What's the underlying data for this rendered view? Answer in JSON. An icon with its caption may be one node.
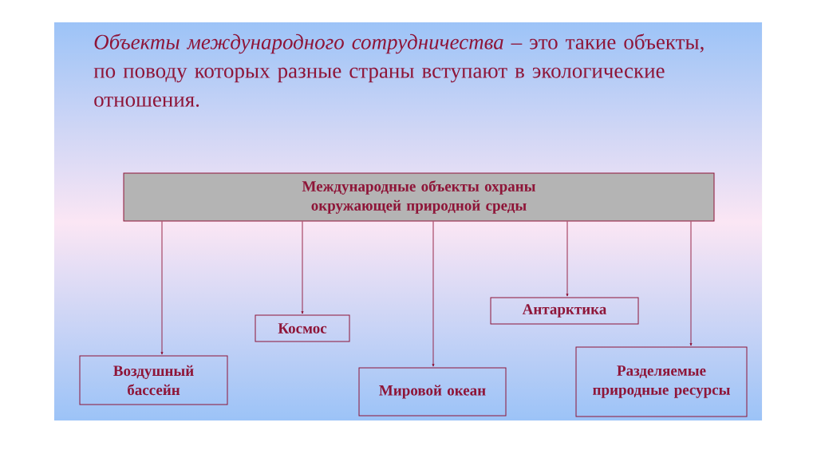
{
  "diagram": {
    "title": "*Объекты международного сотрудничества –* это такие объекты, по поводу которых разные страны вступают в экологические отношения.",
    "nodes": [
      {
        "text": [
          "Международные объекты охраны окружающей природной среды"
        ]
      },
      {
        "text": [
          "Воздушный бассейн"
        ]
      },
      {
        "text": [
          "Космос"
        ]
      },
      {
        "text": [
          "Мировой океан"
        ]
      },
      {
        "text": [
          "Антарктика"
        ]
      },
      {
        "text": [
          "Разделяемые природные ресурсы"
        ]
      }
    ],
    "edges": [
      {
        "from": 0,
        "to": 1,
        "arrow": "to"
      },
      {
        "from": 0,
        "to": 2,
        "arrow": "to"
      },
      {
        "from": 0,
        "to": 3,
        "arrow": "to"
      },
      {
        "from": 0,
        "to": 4,
        "arrow": "to"
      },
      {
        "from": 0,
        "to": 5,
        "arrow": "to"
      }
    ]
  }
}
